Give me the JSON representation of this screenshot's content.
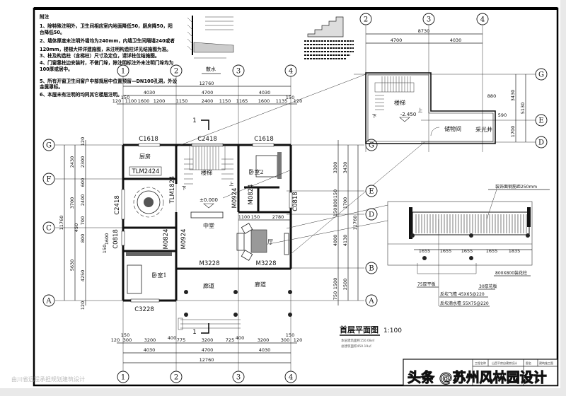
{
  "notes": {
    "title": "附注",
    "lines": [
      "1、除特殊注明外，卫生间相应室内地面降低50，厨房降50，阳",
      "台降低50。",
      "2、墙体厚度未注明外墙均为240mm，内墙卫生间隔墙240或者",
      "120mm，楼梯大样详建施图，未注明构造柱详见结施图为准。",
      "3、柱及构造柱（含梯柱）尺寸及定位，请详柱位结施图。",
      "4、门窗靠柱边安装时，不做门垛，除注明标注外未注明门垛均为",
      "100厚或居中。",
      "5、所有开窗卫生间窗户中部规居中位置预留—DN100孔洞，外设",
      "金属罩标。",
      "6、本层未有注明的均同其它楼层注明。"
    ]
  },
  "detail_label": "散水",
  "main_plan": {
    "title": "首层平面图",
    "scale": "1:100",
    "area_lines": [
      "本层建筑面积150.08㎡",
      "总建筑面积450.19㎡"
    ],
    "axes_cols": [
      "1",
      "2",
      "3",
      "4"
    ],
    "axes_rows_left": [
      "G",
      "F",
      "C",
      "A"
    ],
    "axes_rows_right": [
      "G",
      "E",
      "D",
      "B",
      "A"
    ],
    "top_dims": {
      "overall": "12760",
      "bays": [
        "4030",
        "4700",
        "4030"
      ],
      "detail": [
        "120",
        "1100",
        "1600",
        "1200",
        "1150",
        "2400",
        "1150",
        "1165",
        "1600",
        "1135",
        "120"
      ],
      "small": [
        "150",
        "150"
      ]
    },
    "bottom_dims": {
      "detail": [
        "120",
        "300",
        "3200",
        "400",
        "775",
        "3200",
        "725",
        "400",
        "3200",
        "300",
        "120"
      ],
      "bays": [
        "4030",
        "4700",
        "4030"
      ],
      "overall": "12760",
      "small": [
        "150",
        "150"
      ]
    },
    "left_dims": {
      "overall": "11760",
      "mid": [
        "2430",
        "3700",
        "5630"
      ],
      "inner": [
        "120",
        "2300",
        "600",
        "2400",
        "700",
        "450",
        "800",
        "4250",
        "120"
      ],
      "extra": [
        "1600",
        "150"
      ]
    },
    "right_dims": {
      "overall": "11760",
      "mid": [
        "3430",
        "1700",
        "4130",
        "2500"
      ],
      "inner": [
        "3300",
        "150",
        "800",
        "150",
        "4000",
        "1500",
        "750"
      ]
    },
    "rooms": {
      "kitchen": "厨房",
      "stairs": "楼梯",
      "bedroom2": "卧室2",
      "hall": "中堂",
      "living": "厅",
      "bedroom1": "卧室1",
      "corridor_left": "廊道",
      "corridor_right": "廊道"
    },
    "elevation": "±0.000",
    "stair_up": "上",
    "stair_down": "下",
    "section_mark": "1",
    "openings": {
      "top_left": "C1618",
      "top_mid": "C2418",
      "top_right": "C1618",
      "kitchen_door": "TLM2424",
      "dining_window": "C2418",
      "dining_door": "TLM1824",
      "stair_door": "M0924",
      "bath2_door": "M0824",
      "bath2_window": "C0818",
      "bath1_window": "C0818",
      "bath1_door": "M0824",
      "bed1_door": "M0924",
      "hall_door": "M3228",
      "living_door": "M3228",
      "bed1_window": "C3228"
    },
    "living_dims": [
      "1100",
      "150",
      "2780"
    ]
  },
  "basement_plan": {
    "axes_cols": [
      "2",
      "3",
      "4"
    ],
    "axes_rows": [
      "G",
      "E",
      "D"
    ],
    "dims_top": {
      "overall": "8730",
      "bays": [
        "4700",
        "4030"
      ]
    },
    "dims_right": {
      "inner": [
        "3430",
        "1700"
      ],
      "overall": "5130"
    },
    "dims_misc": [
      "880",
      "590"
    ],
    "rooms": {
      "stairs": "楼梯",
      "storage": "储物间",
      "lightwell": "采光井"
    },
    "elevation": "-2.450",
    "stair_up": "上",
    "stair_down": "下"
  },
  "balcony_detail": {
    "top_note": "装饰面钢筋距250mm",
    "dims": [
      "1655",
      "1655",
      "1655",
      "1655",
      "1835"
    ],
    "labels": {
      "pillar": "800X800装花柱",
      "slab": "75厚平板",
      "panel": "30厚花板",
      "eave": "反坎飞檐 45X65@220",
      "drip": "反坎滴水檐 55X75@220"
    }
  },
  "title_block": {
    "project_label": "工程名称",
    "project_name": "山西平房自建房设计",
    "drawing_label": "图名",
    "drawing_name": "建筑施工图"
  },
  "watermark": "头条 @苏州风林园设计",
  "corner_watermark": "由川省远程承担规划建筑设计"
}
